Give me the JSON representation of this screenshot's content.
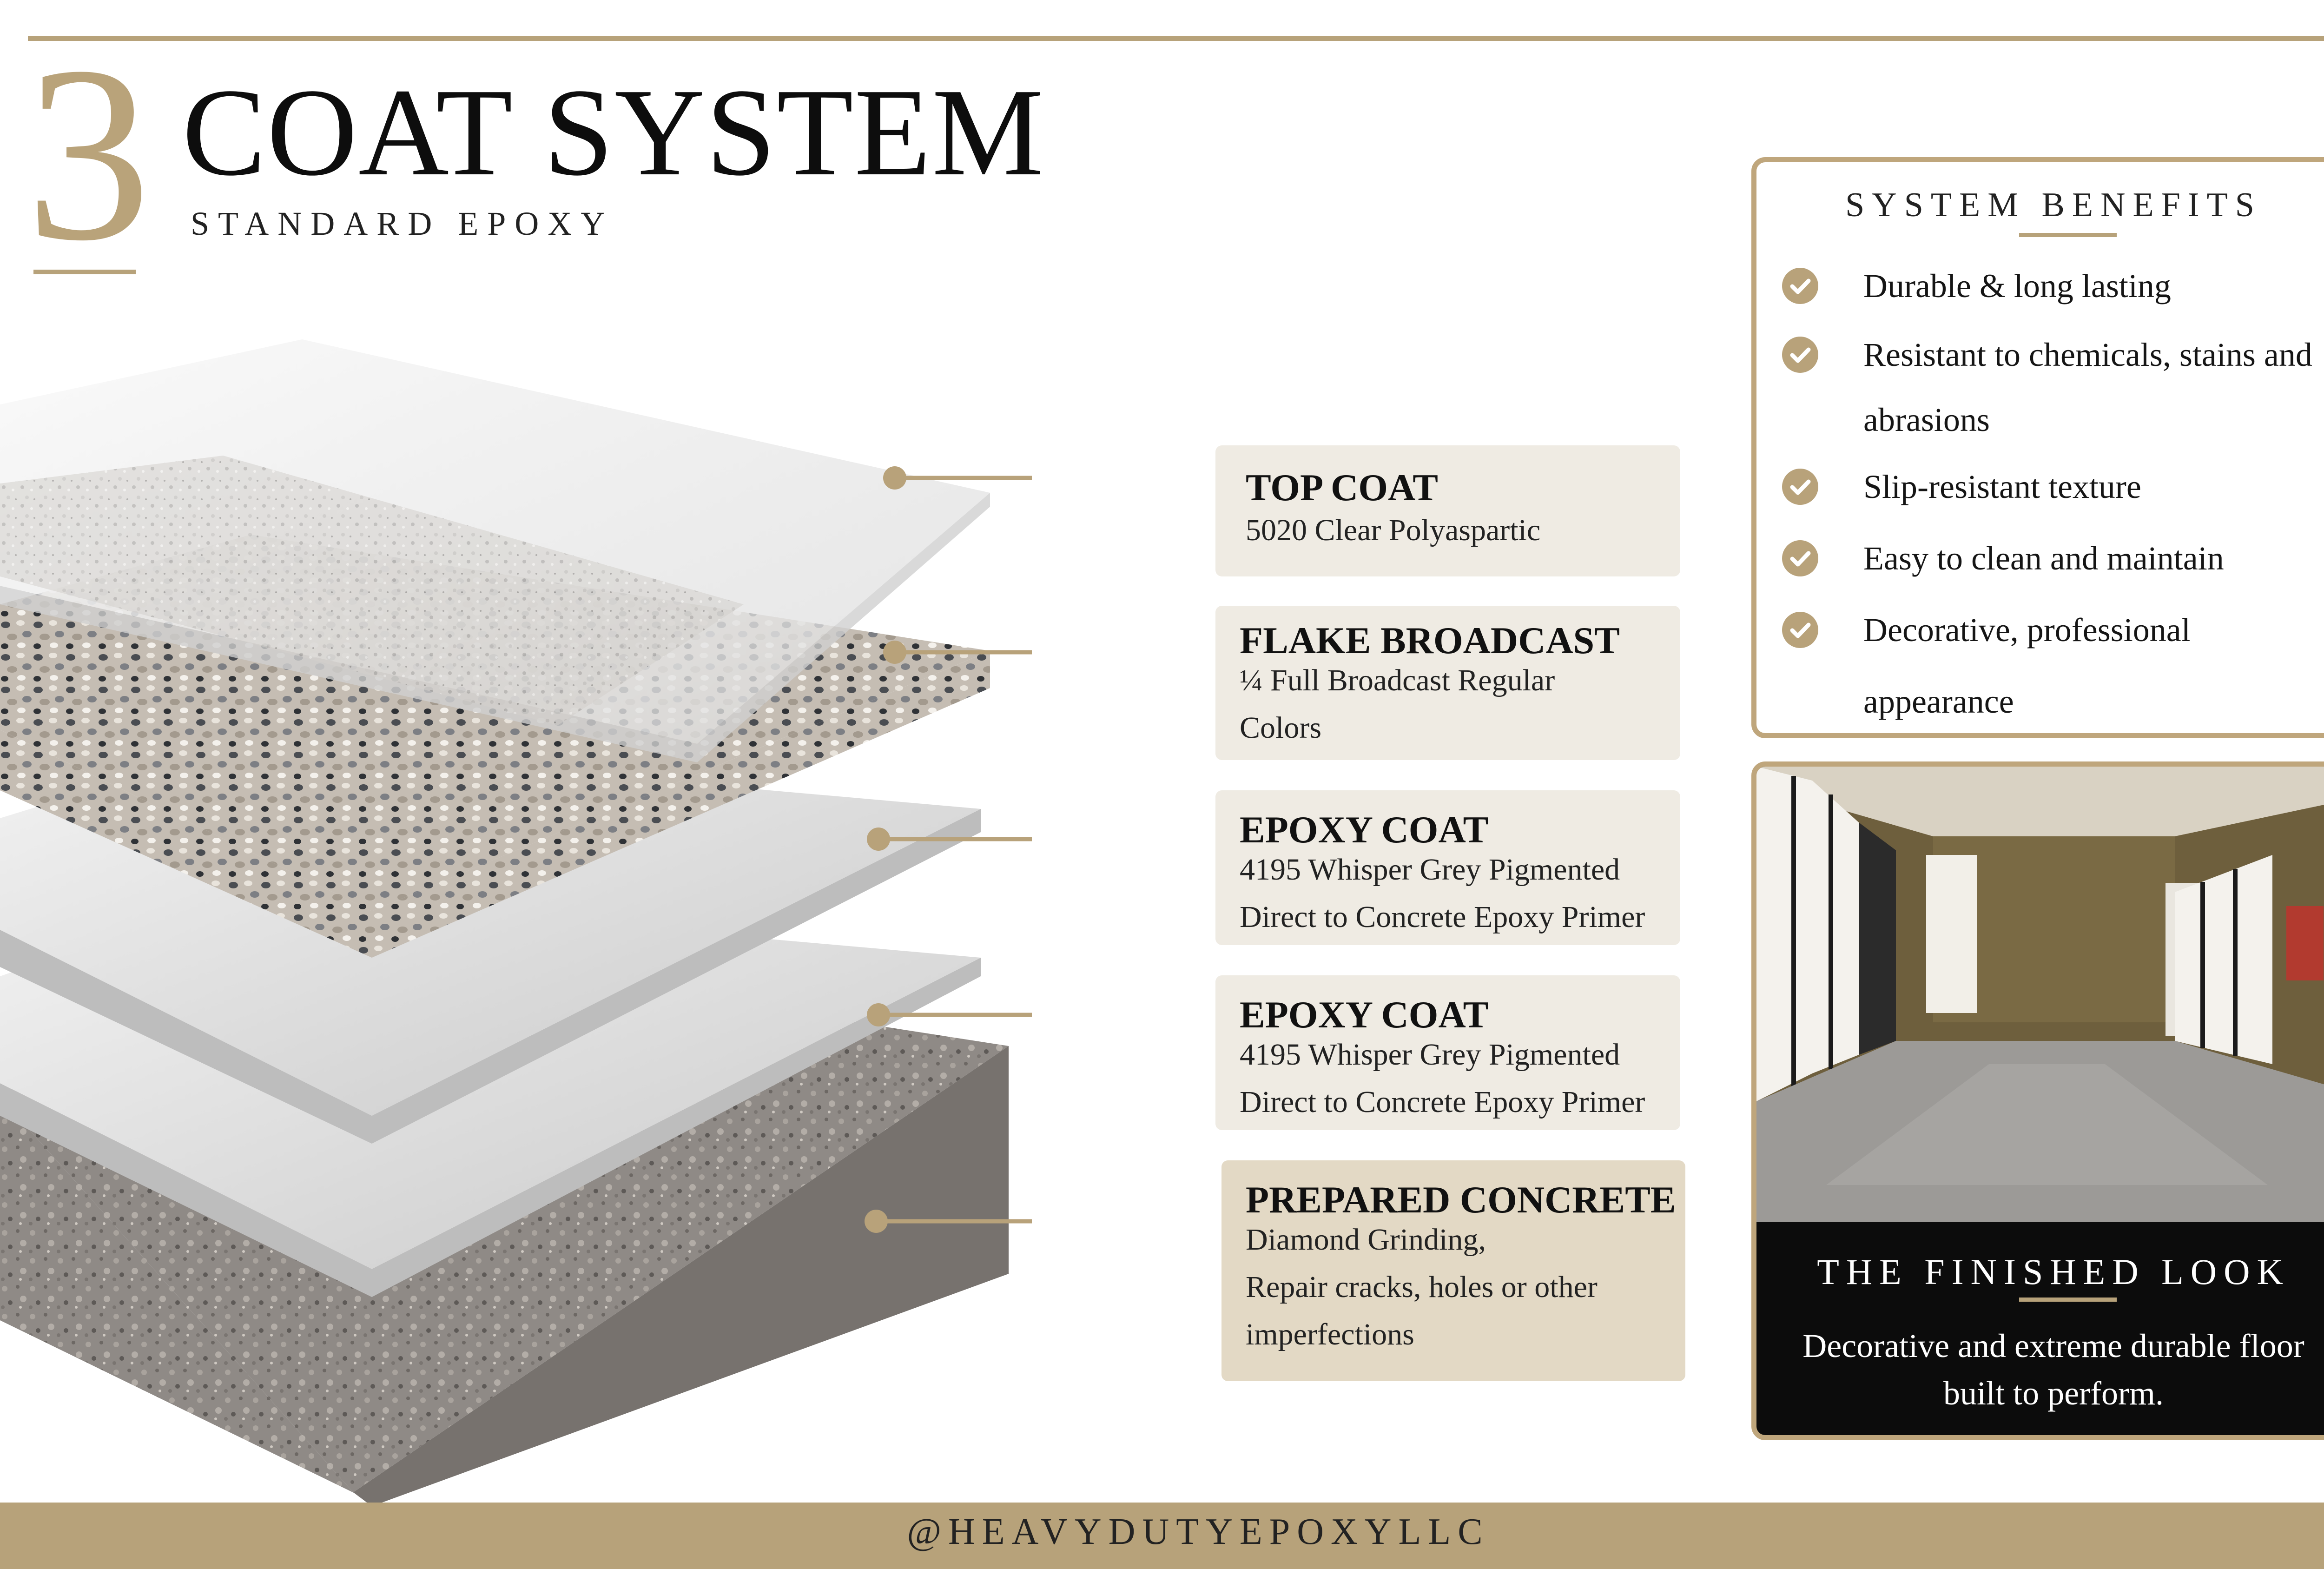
{
  "header": {
    "number": "3",
    "title": "COAT SYSTEM",
    "subtitle": "STANDARD EPOXY"
  },
  "layers": [
    {
      "title": "TOP COAT",
      "desc": "5020 Clear Polyaspartic"
    },
    {
      "title": "FLAKE BROADCAST",
      "desc": "¼ Full Broadcast Regular\nColors"
    },
    {
      "title": "EPOXY COAT",
      "desc": "4195 Whisper Grey Pigmented\nDirect to Concrete Epoxy Primer"
    },
    {
      "title": "EPOXY COAT",
      "desc": "4195 Whisper Grey Pigmented\nDirect to Concrete Epoxy Primer"
    },
    {
      "title": "PREPARED CONCRETE",
      "desc": "Diamond Grinding,\nRepair cracks, holes or other\nimperfections"
    }
  ],
  "benefits": {
    "title": "SYSTEM BENEFITS",
    "items": [
      {
        "line1": "Durable & long lasting",
        "line2": ""
      },
      {
        "line1": "Resistant to chemicals, stains and",
        "line2": "abrasions"
      },
      {
        "line1": "Slip-resistant texture",
        "line2": ""
      },
      {
        "line1": "Easy to clean and maintain",
        "line2": ""
      },
      {
        "line1": "Decorative, professional",
        "line2": "appearance"
      }
    ]
  },
  "finished": {
    "title": "THE FINISHED LOOK",
    "desc": "Decorative and extreme durable floor built to perform."
  },
  "footer": {
    "handle": "@HEAVYDUTYEPOXYLLC"
  },
  "colors": {
    "gold": "#b7a27a",
    "label_bg": "#efebe3",
    "label_bg_dark": "#e3d9c5",
    "panel_dark": "#0c0c0c"
  }
}
